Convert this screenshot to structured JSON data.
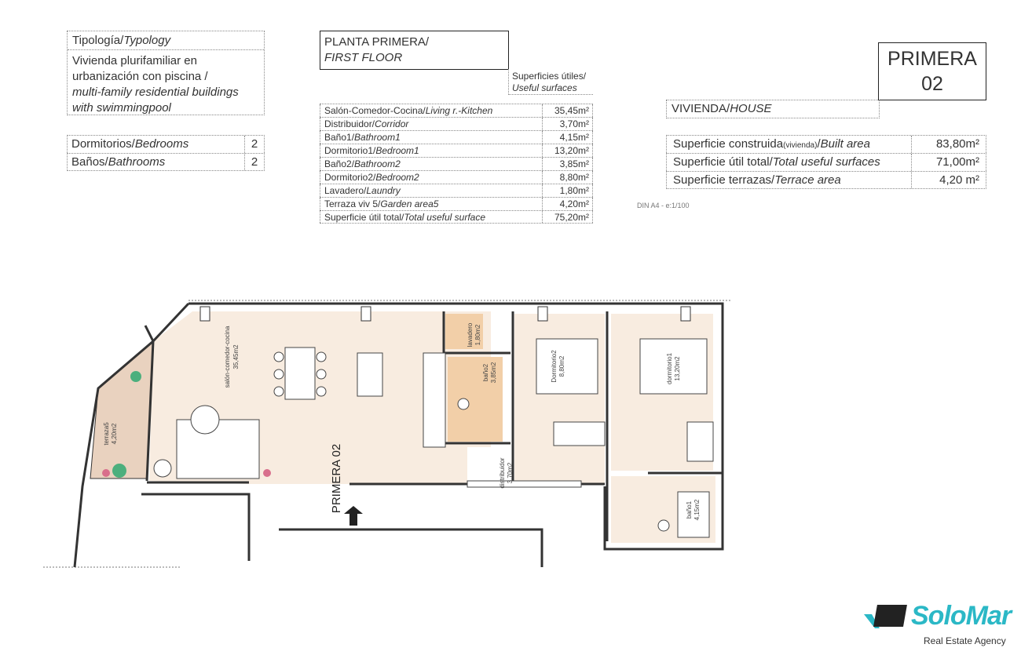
{
  "typology": {
    "label": "Tipología/",
    "label_en": "Typology",
    "desc_es": "Vivienda plurifamiliar en urbanización con piscina  /",
    "desc_en": "multi-family residential buildings with swimmingpool"
  },
  "rooms": [
    {
      "es": "Dormitorios/",
      "en": "Bedrooms",
      "value": "2"
    },
    {
      "es": "Baños/",
      "en": "Bathrooms",
      "value": "2"
    }
  ],
  "floor": {
    "es": "PLANTA PRIMERA/",
    "en": "FIRST FLOOR"
  },
  "useful_header": {
    "es": "Superficies útiles/",
    "en": "Useful surfaces"
  },
  "surfaces": [
    {
      "es": "Salón-Comedor-Cocina/",
      "en": "Living r.-Kitchen",
      "value": "35,45m²"
    },
    {
      "es": "Distribuidor/",
      "en": "Corridor",
      "value": "3,70m²"
    },
    {
      "es": "Baño1/",
      "en": "Bathroom1",
      "value": "4,15m²"
    },
    {
      "es": "Dormitorio1/",
      "en": "Bedroom1",
      "value": "13,20m²"
    },
    {
      "es": "Baño2/",
      "en": "Bathroom2",
      "value": "3,85m²"
    },
    {
      "es": "Dormitorio2/",
      "en": "Bedroom2",
      "value": "8,80m²"
    },
    {
      "es": "Lavadero/",
      "en": "Laundry",
      "value": "1,80m²"
    },
    {
      "es": "Terraza viv 5/",
      "en": "Garden area5",
      "value": "4,20m²"
    },
    {
      "es": "Superficie útil total/",
      "en": "Total useful surface",
      "value": "75,20m²"
    }
  ],
  "unit": {
    "line1": "PRIMERA",
    "line2": "02"
  },
  "house_header": {
    "es": "VIVIENDA/",
    "en": "HOUSE"
  },
  "built": [
    {
      "es": "Superficie construida",
      "small": "(vivienda)",
      "sep": "/",
      "en": "Built area",
      "value": "83,80m²"
    },
    {
      "es": "Superficie útil total/",
      "small": "",
      "sep": "",
      "en": "Total useful surfaces",
      "value": "71,00m²"
    },
    {
      "es": "Superficie terrazas/",
      "small": "",
      "sep": "",
      "en": "Terrace area",
      "value": "4,20 m²"
    }
  ],
  "scale": "DIN A4 - e:1/100",
  "plan": {
    "living": "salón-comedor-cocina",
    "living_area": "35,45m2",
    "terrace": "terraza5",
    "terrace_area": "4,20m2",
    "laundry": "lavadero",
    "laundry_area": "1,80m2",
    "bath2": "baño2",
    "bath2_area": "3,85m2",
    "corridor": "distribuidor",
    "corridor_area": "3,70m2",
    "bed2": "Dormitorio2",
    "bed2_area": "8,80m2",
    "bed1": "dormitorio1",
    "bed1_area": "13,20m2",
    "bath1": "baño1",
    "bath1_area": "4,15m2",
    "unit_mark": "PRIMERA 02"
  },
  "logo": {
    "name": "SoloMar",
    "tagline": "Real Estate Agency"
  },
  "colors": {
    "floor_fill": "#f8ece0",
    "wall": "#333333",
    "bath_tile": "#f2cfa8",
    "logo_teal": "#2bb8c6"
  }
}
